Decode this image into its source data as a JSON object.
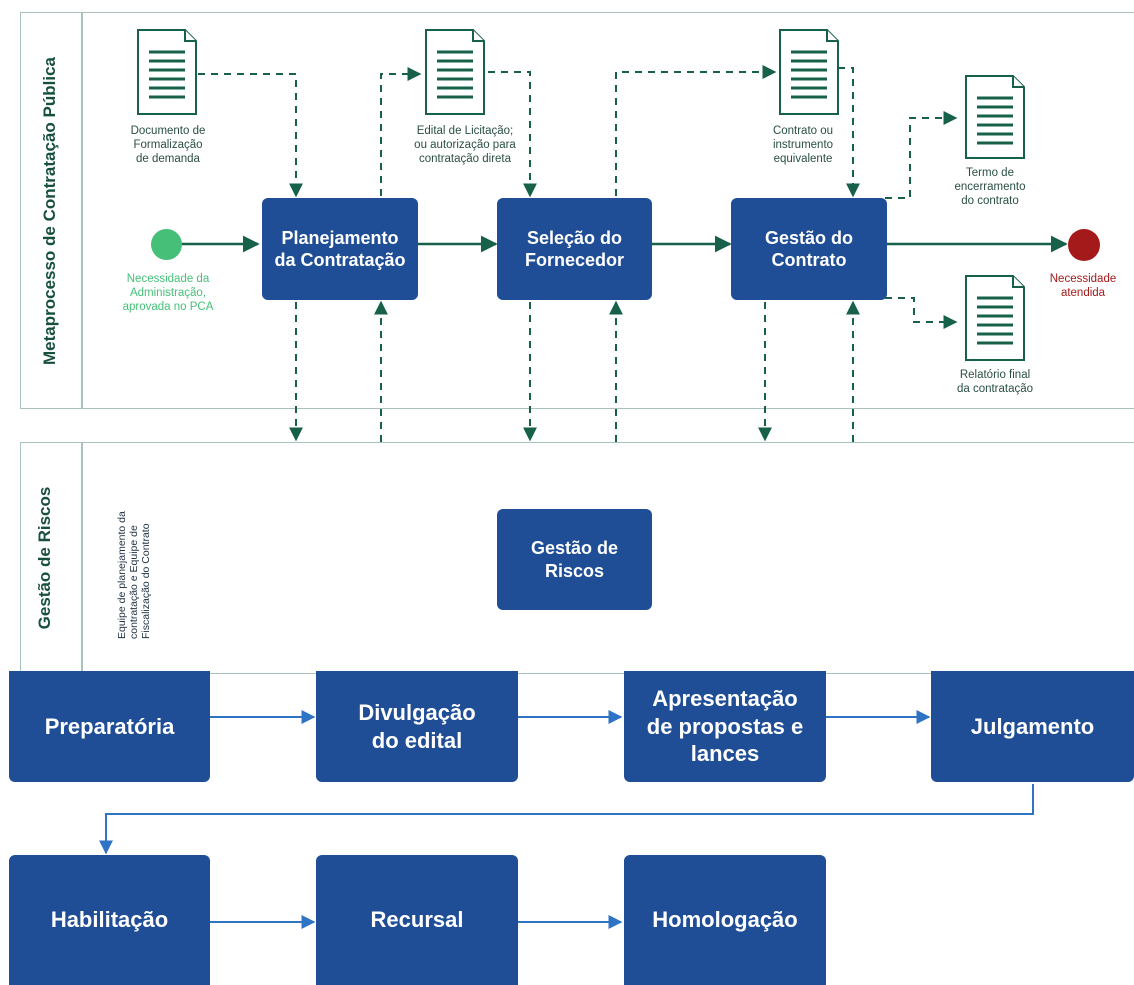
{
  "lanes": {
    "metaprocess_title": "Metaprocesso de Contratação Pública",
    "risk_title": "Gestão de Riscos",
    "risk_subtitle": "Equipe de planejamento da contratação e Equipe de Fiscalização do Contrato"
  },
  "process": {
    "planejamento": "Planejamento da Contratação",
    "selecao": "Seleção do Fornecedor",
    "gestao": "Gestão do Contrato",
    "riscos": "Gestão de Riscos"
  },
  "documents": {
    "formalizacao": "Documento de\nFormalização\nde demanda",
    "edital": "Edital de Licitação;\nou autorização para\ncontratação direta",
    "contrato": "Contrato ou\ninstrumento\nequivalente",
    "termo": "Termo de\nencerramento\ndo contrato",
    "relatorio": "Relatório final\nda contratação"
  },
  "events": {
    "start_label": "Necessidade da\nAdministração,\naprovada no PCA",
    "end_label": "Necessidade\natendida",
    "start_color": "#46c078",
    "end_color": "#a41a1a"
  },
  "phases": {
    "preparatoria": "Preparatória",
    "divulgacao": "Divulgação do edital",
    "apresentacao": "Apresentação de propostas e lances",
    "julgamento": "Julgamento",
    "habilitacao": "Habilitação",
    "recursal": "Recursal",
    "homologacao": "Homologação"
  },
  "colors": {
    "box": "#1f4e96",
    "green_connector": "#17614a",
    "blue_connector": "#2f73c5"
  }
}
